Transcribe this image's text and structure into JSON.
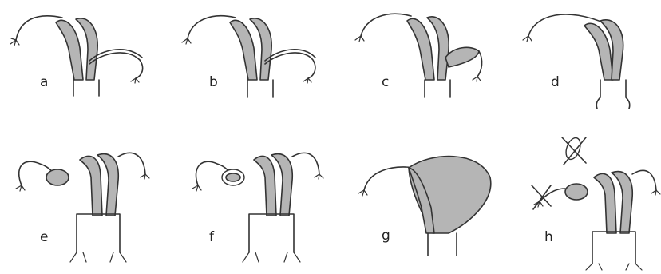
{
  "figure": {
    "panels": [
      {
        "label": "a"
      },
      {
        "label": "b"
      },
      {
        "label": "c"
      },
      {
        "label": "d"
      },
      {
        "label": "e"
      },
      {
        "label": "f"
      },
      {
        "label": "g"
      },
      {
        "label": "h"
      }
    ]
  },
  "colors": {
    "tissue_fill": "#b5b5b5",
    "outline": "#333333",
    "background": "#ffffff"
  }
}
